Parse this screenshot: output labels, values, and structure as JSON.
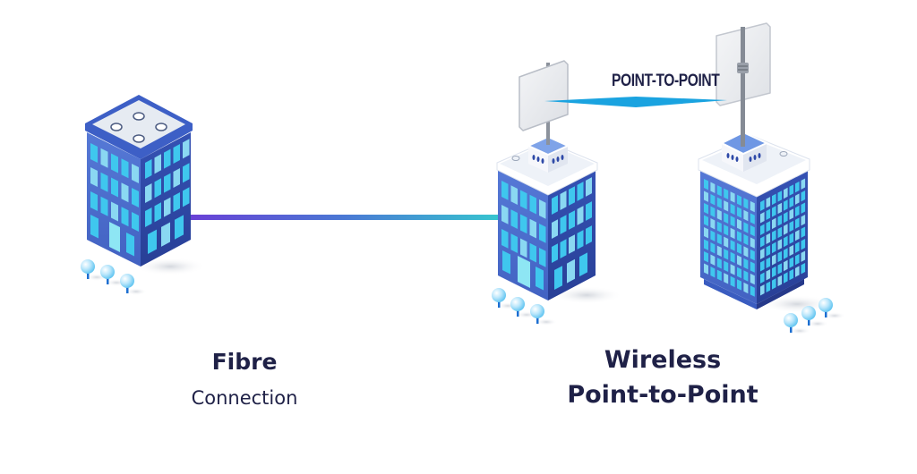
{
  "diagram": {
    "title": "Fibre vs Wireless Point-to-Point connection",
    "nodes": [
      {
        "id": "building-a",
        "type": "office-building",
        "roof": "rooftop-vents"
      },
      {
        "id": "building-b",
        "type": "office-building",
        "roof": "antenna-mast"
      },
      {
        "id": "building-c",
        "type": "office-tower",
        "roof": "antenna-mast"
      }
    ],
    "links": [
      {
        "from": "building-a",
        "to": "building-b",
        "kind": "fibre-cable"
      },
      {
        "from": "building-b",
        "to": "building-c",
        "kind": "wireless-beam",
        "label": "POINT-TO-POINT"
      }
    ]
  },
  "labels": {
    "beam": "POINT-TO-POINT",
    "fibre_title": "Fibre",
    "fibre_subtitle": "Connection",
    "wireless_title": "Wireless",
    "wireless_subtitle": "Point-to-Point"
  },
  "colors": {
    "text": "#1f2147",
    "fibre_start": "#6a3fd6",
    "fibre_end": "#36c6cf",
    "beam": "#1aa3e0",
    "building_left_wall": "#4d6fcf",
    "building_right_wall": "#2f4aa8",
    "roof": "#e9eef6",
    "window_light": "#3fc7ee",
    "window_pale": "#8ad8f2"
  }
}
